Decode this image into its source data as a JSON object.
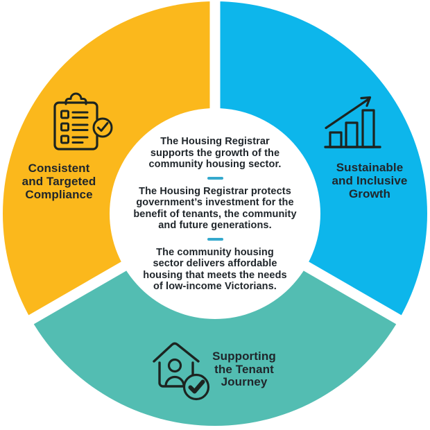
{
  "diagram": {
    "type": "donut-infographic",
    "background": "#FFFFFF",
    "text_color": "#20262B",
    "icon_color": "#1C2420",
    "segments": [
      {
        "id": "compliance",
        "label": "Consistent\nand Targeted\nCompliance",
        "color": "#FBB81C",
        "icon": "checklist-clipboard-icon",
        "position": "left"
      },
      {
        "id": "growth",
        "label": "Sustainable\nand Inclusive\nGrowth",
        "color": "#0DB6EB",
        "icon": "bar-chart-growth-icon",
        "position": "right"
      },
      {
        "id": "tenant",
        "label": "Supporting\nthe Tenant\nJourney",
        "color": "#53BDB2",
        "icon": "house-tenant-check-icon",
        "position": "bottom"
      }
    ],
    "center": {
      "divider_color": "#35A9CD",
      "paragraphs": [
        "The Housing Registrar\nsupports the growth of the\ncommunity housing sector.",
        "The Housing Registrar protects\ngovernment’s investment for the\nbenefit of tenants, the community\nand future generations.",
        "The community housing\nsector delivers affordable\nhousing that meets the needs\nof low-income Victorians."
      ]
    }
  }
}
